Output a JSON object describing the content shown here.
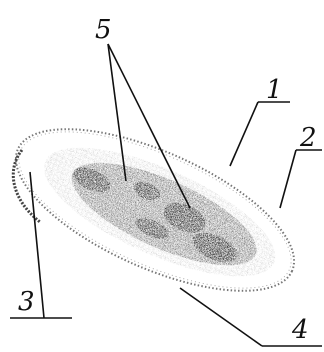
{
  "labels": {
    "l1": "1",
    "l2": "2",
    "l3": "3",
    "l4": "4",
    "l5": "5"
  },
  "colors": {
    "ink": "#111111",
    "stipple_dark": "#222222",
    "stipple_mid": "#555555",
    "stipple_light": "#999999"
  }
}
